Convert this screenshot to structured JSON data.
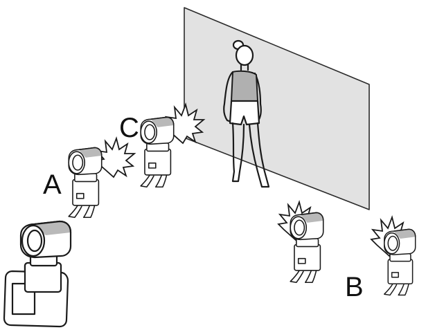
{
  "labels": {
    "a": "A",
    "b": "B",
    "c": "C"
  },
  "colors": {
    "wall": "#e2e2e2",
    "wall_edge": "#2a2a2a",
    "line": "#1a1a1a",
    "top_shade": "#b9b9b9"
  }
}
